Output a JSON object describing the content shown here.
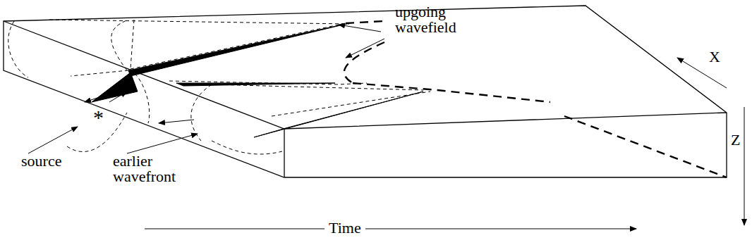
{
  "diagram": {
    "labels": [
      "upgoing wavefield",
      "X",
      "Z",
      "source",
      "earlier wavefront",
      "Time",
      "*"
    ]
  }
}
